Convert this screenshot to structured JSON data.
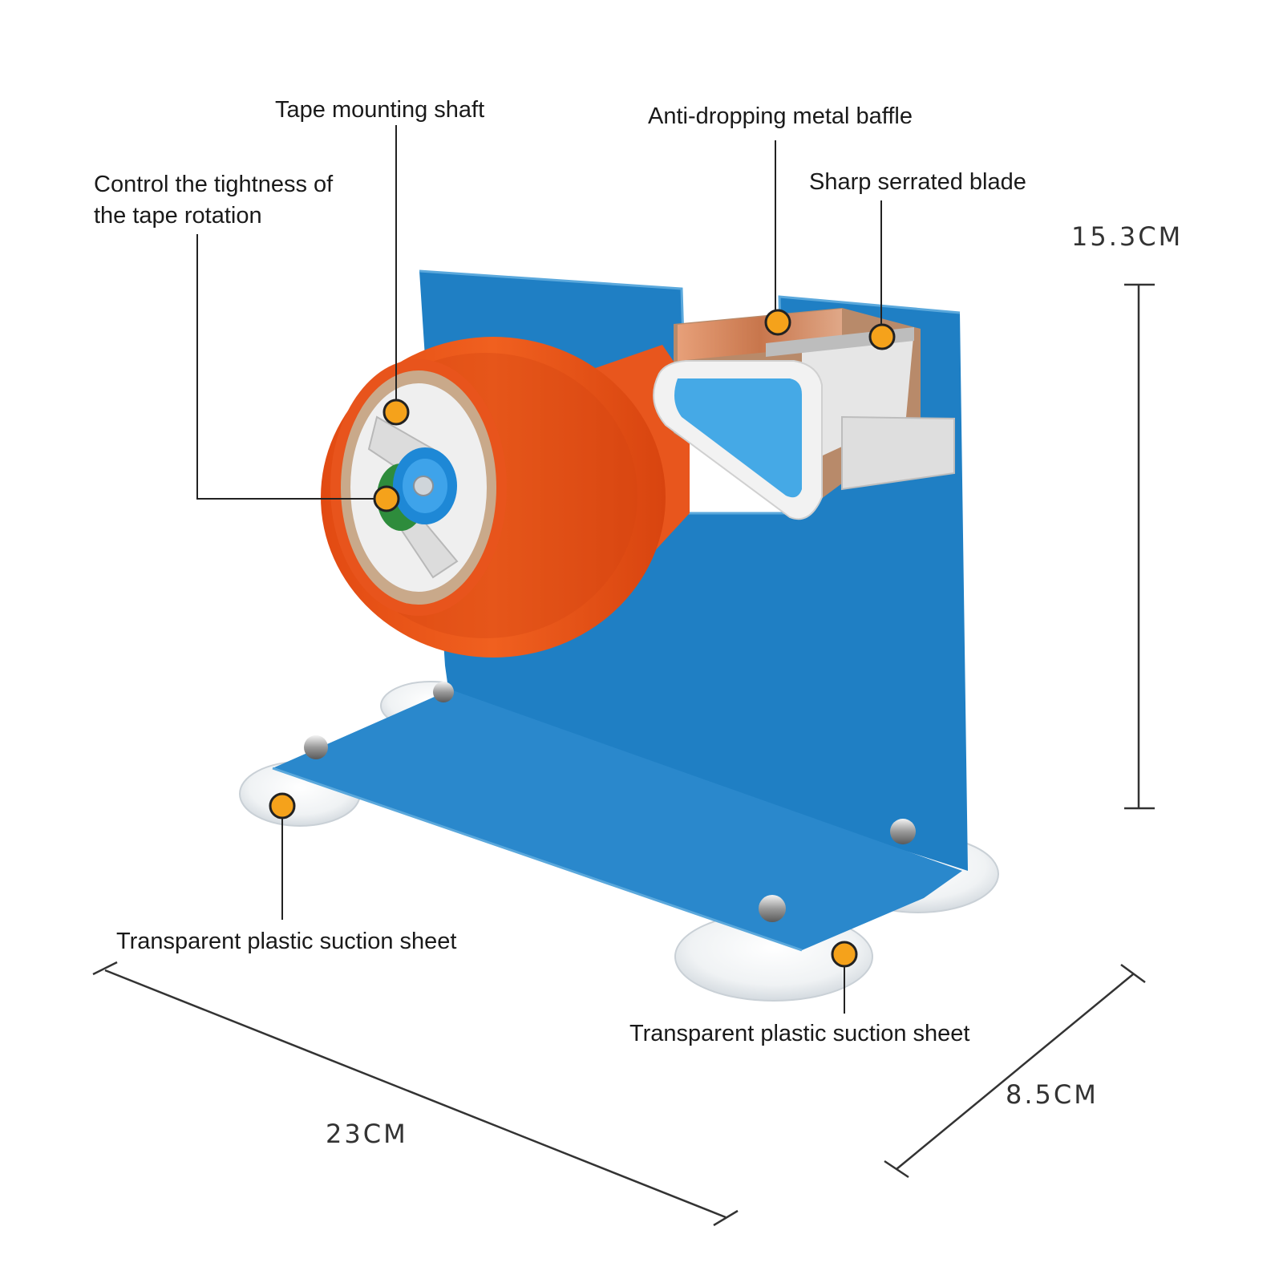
{
  "labels": {
    "tightness_line1": "Control the tightness of",
    "tightness_line2": "the tape rotation",
    "shaft": "Tape mounting shaft",
    "baffle": "Anti-dropping metal baffle",
    "blade": "Sharp serrated blade",
    "suction_left": "Transparent plastic suction sheet",
    "suction_right": "Transparent plastic suction sheet"
  },
  "dimensions": {
    "height": "15.3CM",
    "width": "23CM",
    "depth": "8.5CM"
  },
  "colors": {
    "body_blue": "#1f7fc4",
    "tape_orange": "#e8541c",
    "marker_orange": "#f5a21b",
    "cutter_light_blue": "#45a9e6"
  }
}
